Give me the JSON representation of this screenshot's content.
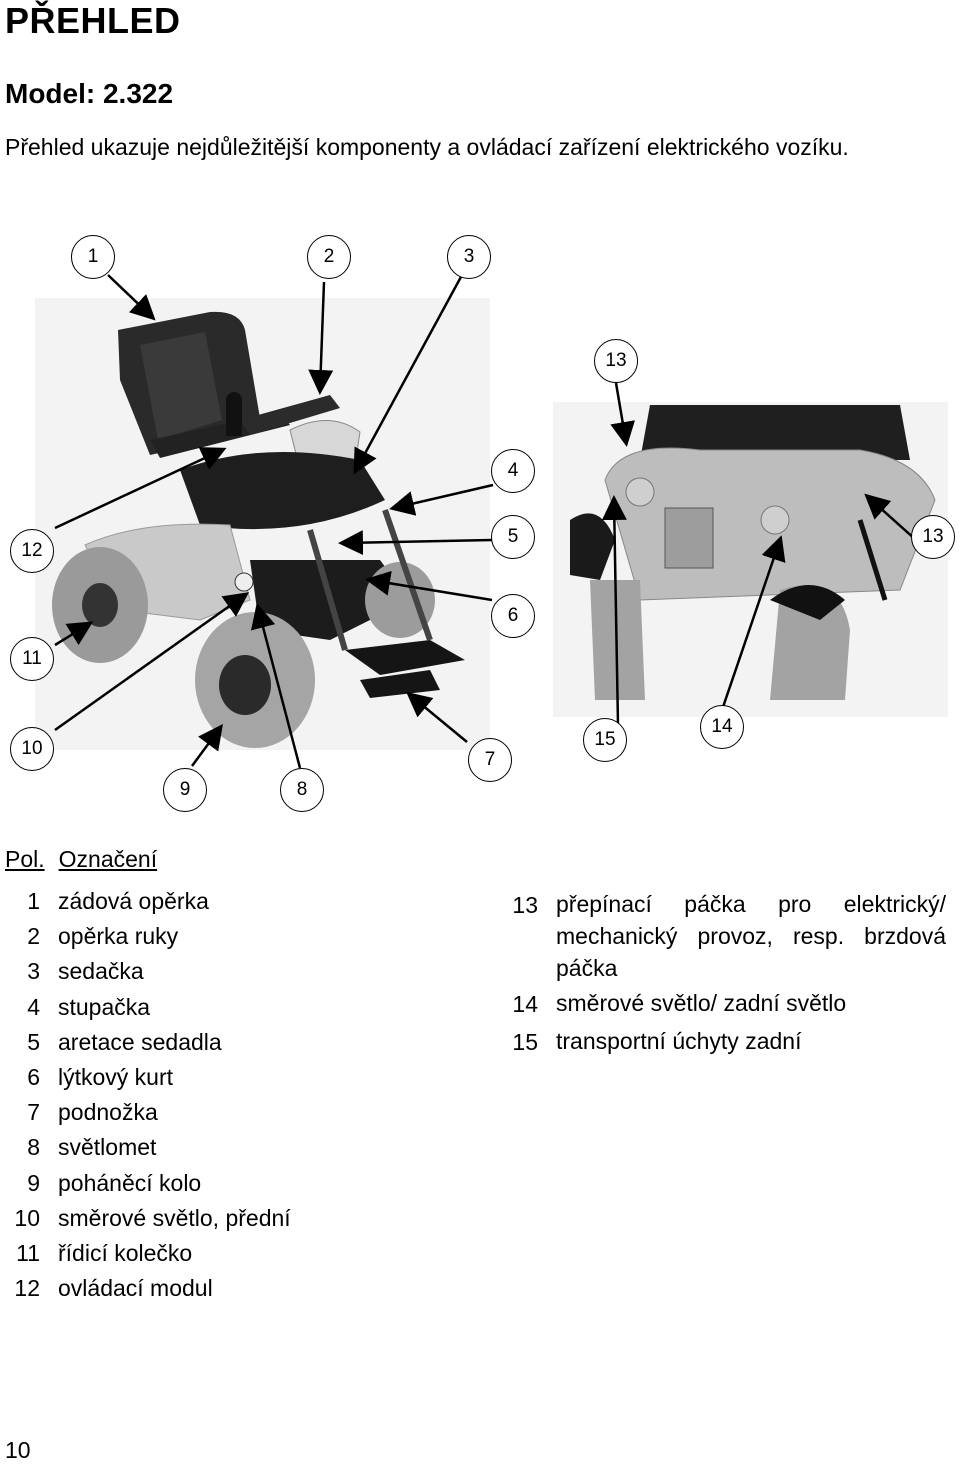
{
  "header": {
    "title": "PŘEHLED",
    "model": "Model: 2.322",
    "intro": "Přehled ukazuje nejdůležitější komponenty a ovládací zařízení elektrického vozíku."
  },
  "callouts": [
    "1",
    "2",
    "3",
    "13",
    "4",
    "12",
    "5",
    "13",
    "6",
    "11",
    "10",
    "7",
    "15",
    "14",
    "9",
    "8"
  ],
  "legend": {
    "col_pos": "Pol.",
    "col_label": "Označení",
    "items_left": [
      {
        "num": "1",
        "text": "zádová opěrka"
      },
      {
        "num": "2",
        "text": "opěrka ruky"
      },
      {
        "num": "3",
        "text": "sedačka"
      },
      {
        "num": "4",
        "text": "stupačka"
      },
      {
        "num": "5",
        "text": "aretace sedadla"
      },
      {
        "num": "6",
        "text": "lýtkový kurt"
      },
      {
        "num": "7",
        "text": "podnožka"
      },
      {
        "num": "8",
        "text": "světlomet"
      },
      {
        "num": "9",
        "text": "poháněcí kolo"
      },
      {
        "num": "10",
        "text": "směrové světlo, přední"
      },
      {
        "num": "11",
        "text": "řídicí kolečko"
      },
      {
        "num": "12",
        "text": "ovládací modul"
      }
    ],
    "items_right": [
      {
        "num": "13",
        "text": "přepínací páčka pro elektrický/ mechanický provoz, resp. brzdová páčka"
      },
      {
        "num": "14",
        "text": "směrové světlo/ zadní světlo"
      },
      {
        "num": "15",
        "text": "transportní úchyty zadní"
      }
    ]
  },
  "footer": {
    "page_number": "10"
  }
}
